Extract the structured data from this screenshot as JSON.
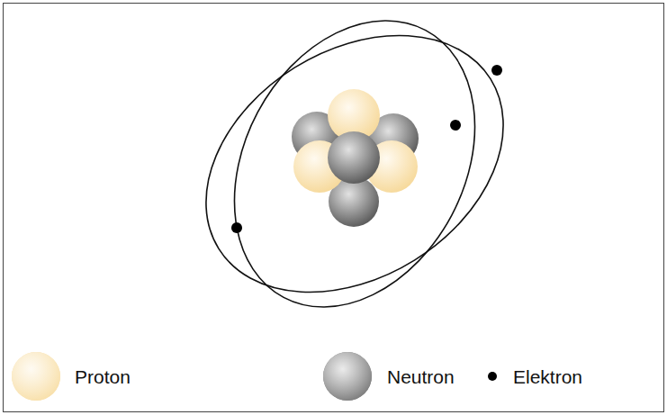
{
  "diagram": {
    "legend": [
      {
        "text": "Proton",
        "color": "#f8dfa8"
      },
      {
        "text": "Neutron",
        "color": "#7a7a7a"
      },
      {
        "text": "Elektron",
        "color": "#000000"
      }
    ]
  }
}
